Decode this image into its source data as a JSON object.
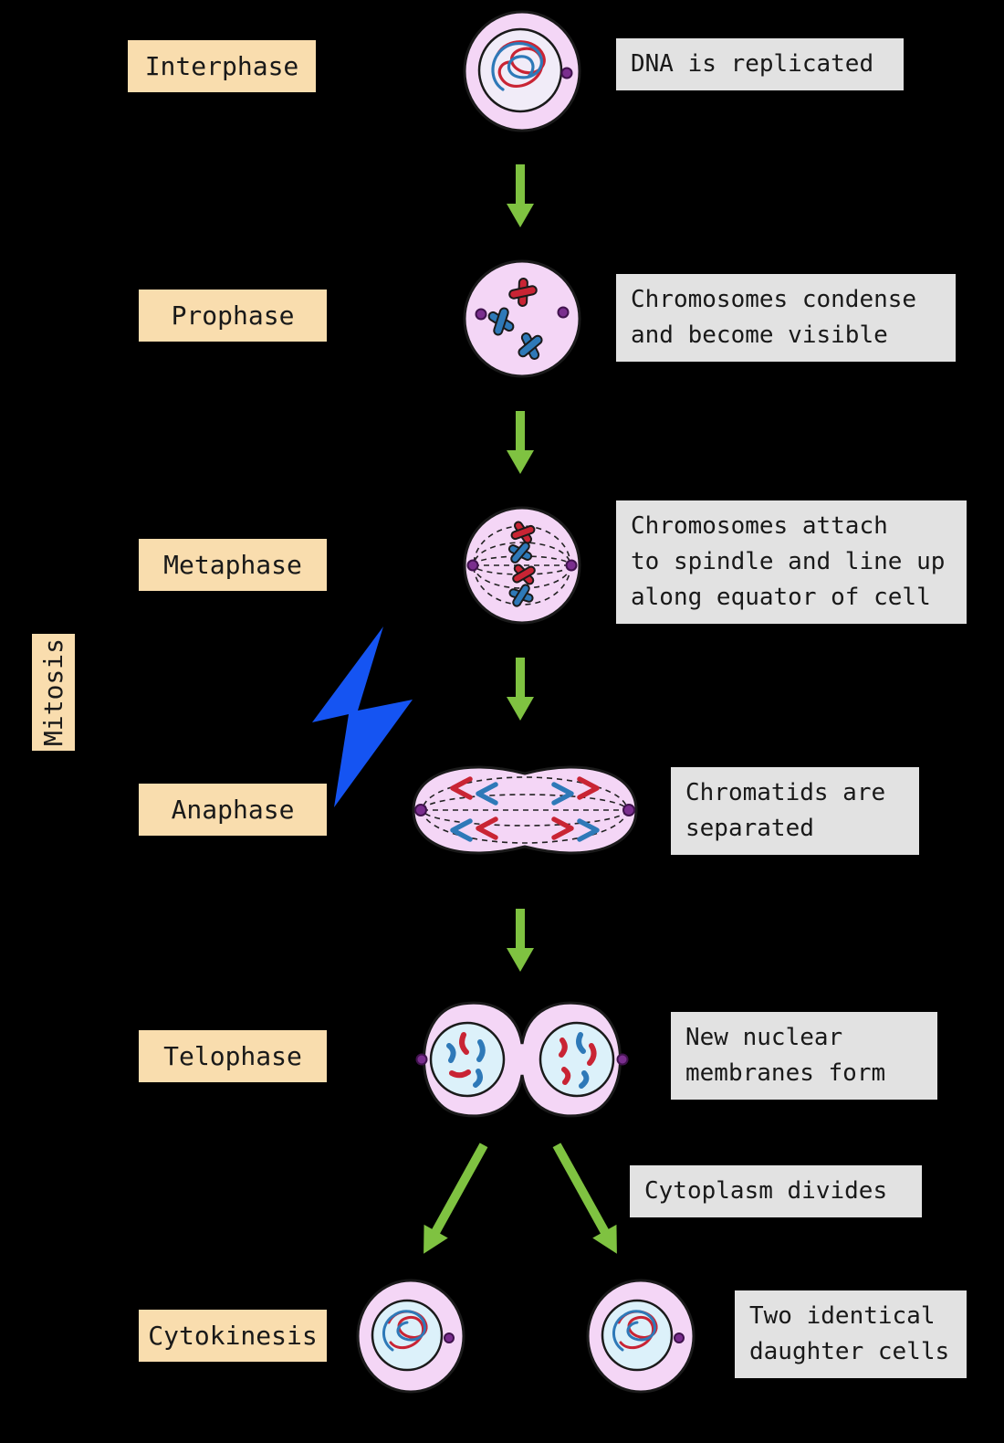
{
  "side_label": "Mitosis",
  "divide_label": "Cytoplasm divides",
  "stages": [
    {
      "label": "Interphase",
      "desc_lines": [
        "DNA is replicated"
      ]
    },
    {
      "label": "Prophase",
      "desc_lines": [
        "Chromosomes condense",
        "and become visible"
      ]
    },
    {
      "label": "Metaphase",
      "desc_lines": [
        "Chromosomes attach",
        "to spindle and line up",
        "along equator of cell"
      ]
    },
    {
      "label": "Anaphase",
      "desc_lines": [
        "Chromatids are",
        "separated"
      ]
    },
    {
      "label": "Telophase",
      "desc_lines": [
        "New nuclear",
        "membranes form"
      ]
    },
    {
      "label": "Cytokinesis",
      "desc_lines": [
        "Two identical",
        "daughter cells"
      ]
    }
  ],
  "colors": {
    "background": "#000000",
    "stage_box": "#F9DDAE",
    "desc_box": "#E2E2E2",
    "arrow_green": "#7FC241",
    "bolt_blue": "#1554F2",
    "cell_pink": "#F4D6F6",
    "nucleus_blue": "#DCF1FA",
    "chromosome_red": "#C92434",
    "chromosome_blue": "#2E79B8",
    "centrosome_purple": "#7A2E8E"
  }
}
